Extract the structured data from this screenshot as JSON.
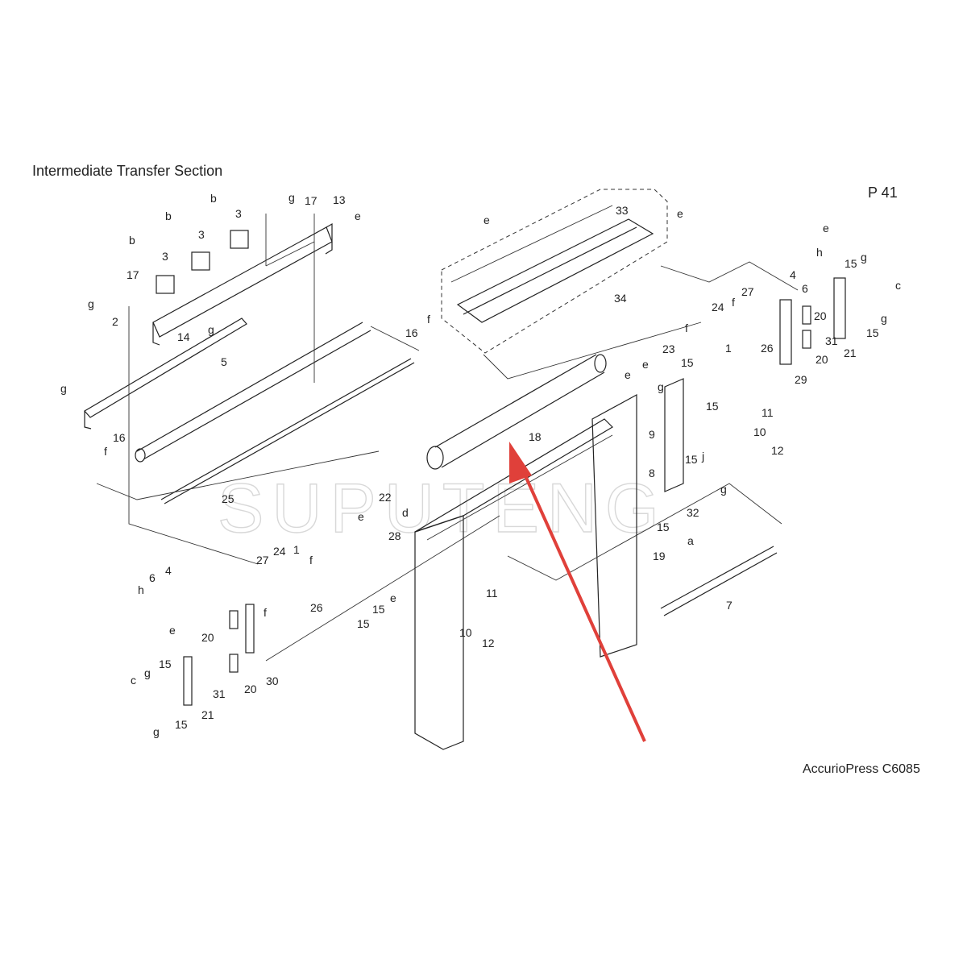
{
  "header": {
    "section_title": "Intermediate Transfer Section",
    "page_number": "P 41"
  },
  "footer": {
    "model_name": "AccurioPress C6085"
  },
  "watermark": {
    "text": "SUPUTENG"
  },
  "colors": {
    "line": "#222222",
    "arrow": "#e0403a",
    "watermark": "#d8d8d8"
  },
  "callouts": [
    {
      "id": "lbl-b-1",
      "text": "b"
    },
    {
      "id": "lbl-b-2",
      "text": "b"
    },
    {
      "id": "lbl-b-3",
      "text": "b"
    },
    {
      "id": "lbl-3-1",
      "text": "3"
    },
    {
      "id": "lbl-3-2",
      "text": "3"
    },
    {
      "id": "lbl-3-3",
      "text": "3"
    },
    {
      "id": "lbl-g-1",
      "text": "g"
    },
    {
      "id": "lbl-17-1",
      "text": "17"
    },
    {
      "id": "lbl-13",
      "text": "13"
    },
    {
      "id": "lbl-e-1",
      "text": "e"
    },
    {
      "id": "lbl-17-2",
      "text": "17"
    },
    {
      "id": "lbl-g-2",
      "text": "g"
    },
    {
      "id": "lbl-2",
      "text": "2"
    },
    {
      "id": "lbl-g-3",
      "text": "g"
    },
    {
      "id": "lbl-14",
      "text": "14"
    },
    {
      "id": "lbl-5",
      "text": "5"
    },
    {
      "id": "lbl-g-4",
      "text": "g"
    },
    {
      "id": "lbl-f-1",
      "text": "f"
    },
    {
      "id": "lbl-16-1",
      "text": "16"
    },
    {
      "id": "lbl-25",
      "text": "25"
    },
    {
      "id": "lbl-16-2",
      "text": "16"
    },
    {
      "id": "lbl-f-2",
      "text": "f"
    },
    {
      "id": "lbl-e-2",
      "text": "e"
    },
    {
      "id": "lbl-33",
      "text": "33"
    },
    {
      "id": "lbl-e-3",
      "text": "e"
    },
    {
      "id": "lbl-34",
      "text": "34"
    },
    {
      "id": "lbl-18",
      "text": "18"
    },
    {
      "id": "lbl-e-4",
      "text": "e"
    },
    {
      "id": "lbl-h-1",
      "text": "h"
    },
    {
      "id": "lbl-6-1",
      "text": "6"
    },
    {
      "id": "lbl-4-1",
      "text": "4"
    },
    {
      "id": "lbl-15-1",
      "text": "15"
    },
    {
      "id": "lbl-g-5",
      "text": "g"
    },
    {
      "id": "lbl-c-1",
      "text": "c"
    },
    {
      "id": "lbl-27-1",
      "text": "27"
    },
    {
      "id": "lbl-f-3",
      "text": "f"
    },
    {
      "id": "lbl-24-1",
      "text": "24"
    },
    {
      "id": "lbl-20-1",
      "text": "20"
    },
    {
      "id": "lbl-31-1",
      "text": "31"
    },
    {
      "id": "lbl-15-2",
      "text": "15"
    },
    {
      "id": "lbl-g-6",
      "text": "g"
    },
    {
      "id": "lbl-f-4",
      "text": "f"
    },
    {
      "id": "lbl-26-1",
      "text": "26"
    },
    {
      "id": "lbl-20-2",
      "text": "20"
    },
    {
      "id": "lbl-21-1",
      "text": "21"
    },
    {
      "id": "lbl-1-1",
      "text": "1"
    },
    {
      "id": "lbl-29",
      "text": "29"
    },
    {
      "id": "lbl-23",
      "text": "23"
    },
    {
      "id": "lbl-15-3",
      "text": "15"
    },
    {
      "id": "lbl-e-5",
      "text": "e"
    },
    {
      "id": "lbl-g-7",
      "text": "g"
    },
    {
      "id": "lbl-e-6",
      "text": "e"
    },
    {
      "id": "lbl-15-4",
      "text": "15"
    },
    {
      "id": "lbl-11-1",
      "text": "11"
    },
    {
      "id": "lbl-10-1",
      "text": "10"
    },
    {
      "id": "lbl-12-1",
      "text": "12"
    },
    {
      "id": "lbl-9",
      "text": "9"
    },
    {
      "id": "lbl-j",
      "text": "j"
    },
    {
      "id": "lbl-8",
      "text": "8"
    },
    {
      "id": "lbl-15-5",
      "text": "15"
    },
    {
      "id": "lbl-g-8",
      "text": "g"
    },
    {
      "id": "lbl-32",
      "text": "32"
    },
    {
      "id": "lbl-15-6",
      "text": "15"
    },
    {
      "id": "lbl-22",
      "text": "22"
    },
    {
      "id": "lbl-d",
      "text": "d"
    },
    {
      "id": "lbl-e-7",
      "text": "e"
    },
    {
      "id": "lbl-28",
      "text": "28"
    },
    {
      "id": "lbl-a",
      "text": "a"
    },
    {
      "id": "lbl-19",
      "text": "19"
    },
    {
      "id": "lbl-7",
      "text": "7"
    },
    {
      "id": "lbl-27-2",
      "text": "27"
    },
    {
      "id": "lbl-24-2",
      "text": "24"
    },
    {
      "id": "lbl-1-2",
      "text": "1"
    },
    {
      "id": "lbl-f-5",
      "text": "f"
    },
    {
      "id": "lbl-6-2",
      "text": "6"
    },
    {
      "id": "lbl-4-2",
      "text": "4"
    },
    {
      "id": "lbl-h-2",
      "text": "h"
    },
    {
      "id": "lbl-26-2",
      "text": "26"
    },
    {
      "id": "lbl-15-7",
      "text": "15"
    },
    {
      "id": "lbl-e-8",
      "text": "e"
    },
    {
      "id": "lbl-f-6",
      "text": "f"
    },
    {
      "id": "lbl-e-9",
      "text": "e"
    },
    {
      "id": "lbl-15-8",
      "text": "15"
    },
    {
      "id": "lbl-11-2",
      "text": "11"
    },
    {
      "id": "lbl-10-2",
      "text": "10"
    },
    {
      "id": "lbl-12-2",
      "text": "12"
    },
    {
      "id": "lbl-20-3",
      "text": "20"
    },
    {
      "id": "lbl-30",
      "text": "30"
    },
    {
      "id": "lbl-20-4",
      "text": "20"
    },
    {
      "id": "lbl-g-9",
      "text": "g"
    },
    {
      "id": "lbl-15-9",
      "text": "15"
    },
    {
      "id": "lbl-c-2",
      "text": "c"
    },
    {
      "id": "lbl-31-2",
      "text": "31"
    },
    {
      "id": "lbl-21-2",
      "text": "21"
    },
    {
      "id": "lbl-15-10",
      "text": "15"
    },
    {
      "id": "lbl-g-10",
      "text": "g"
    }
  ]
}
